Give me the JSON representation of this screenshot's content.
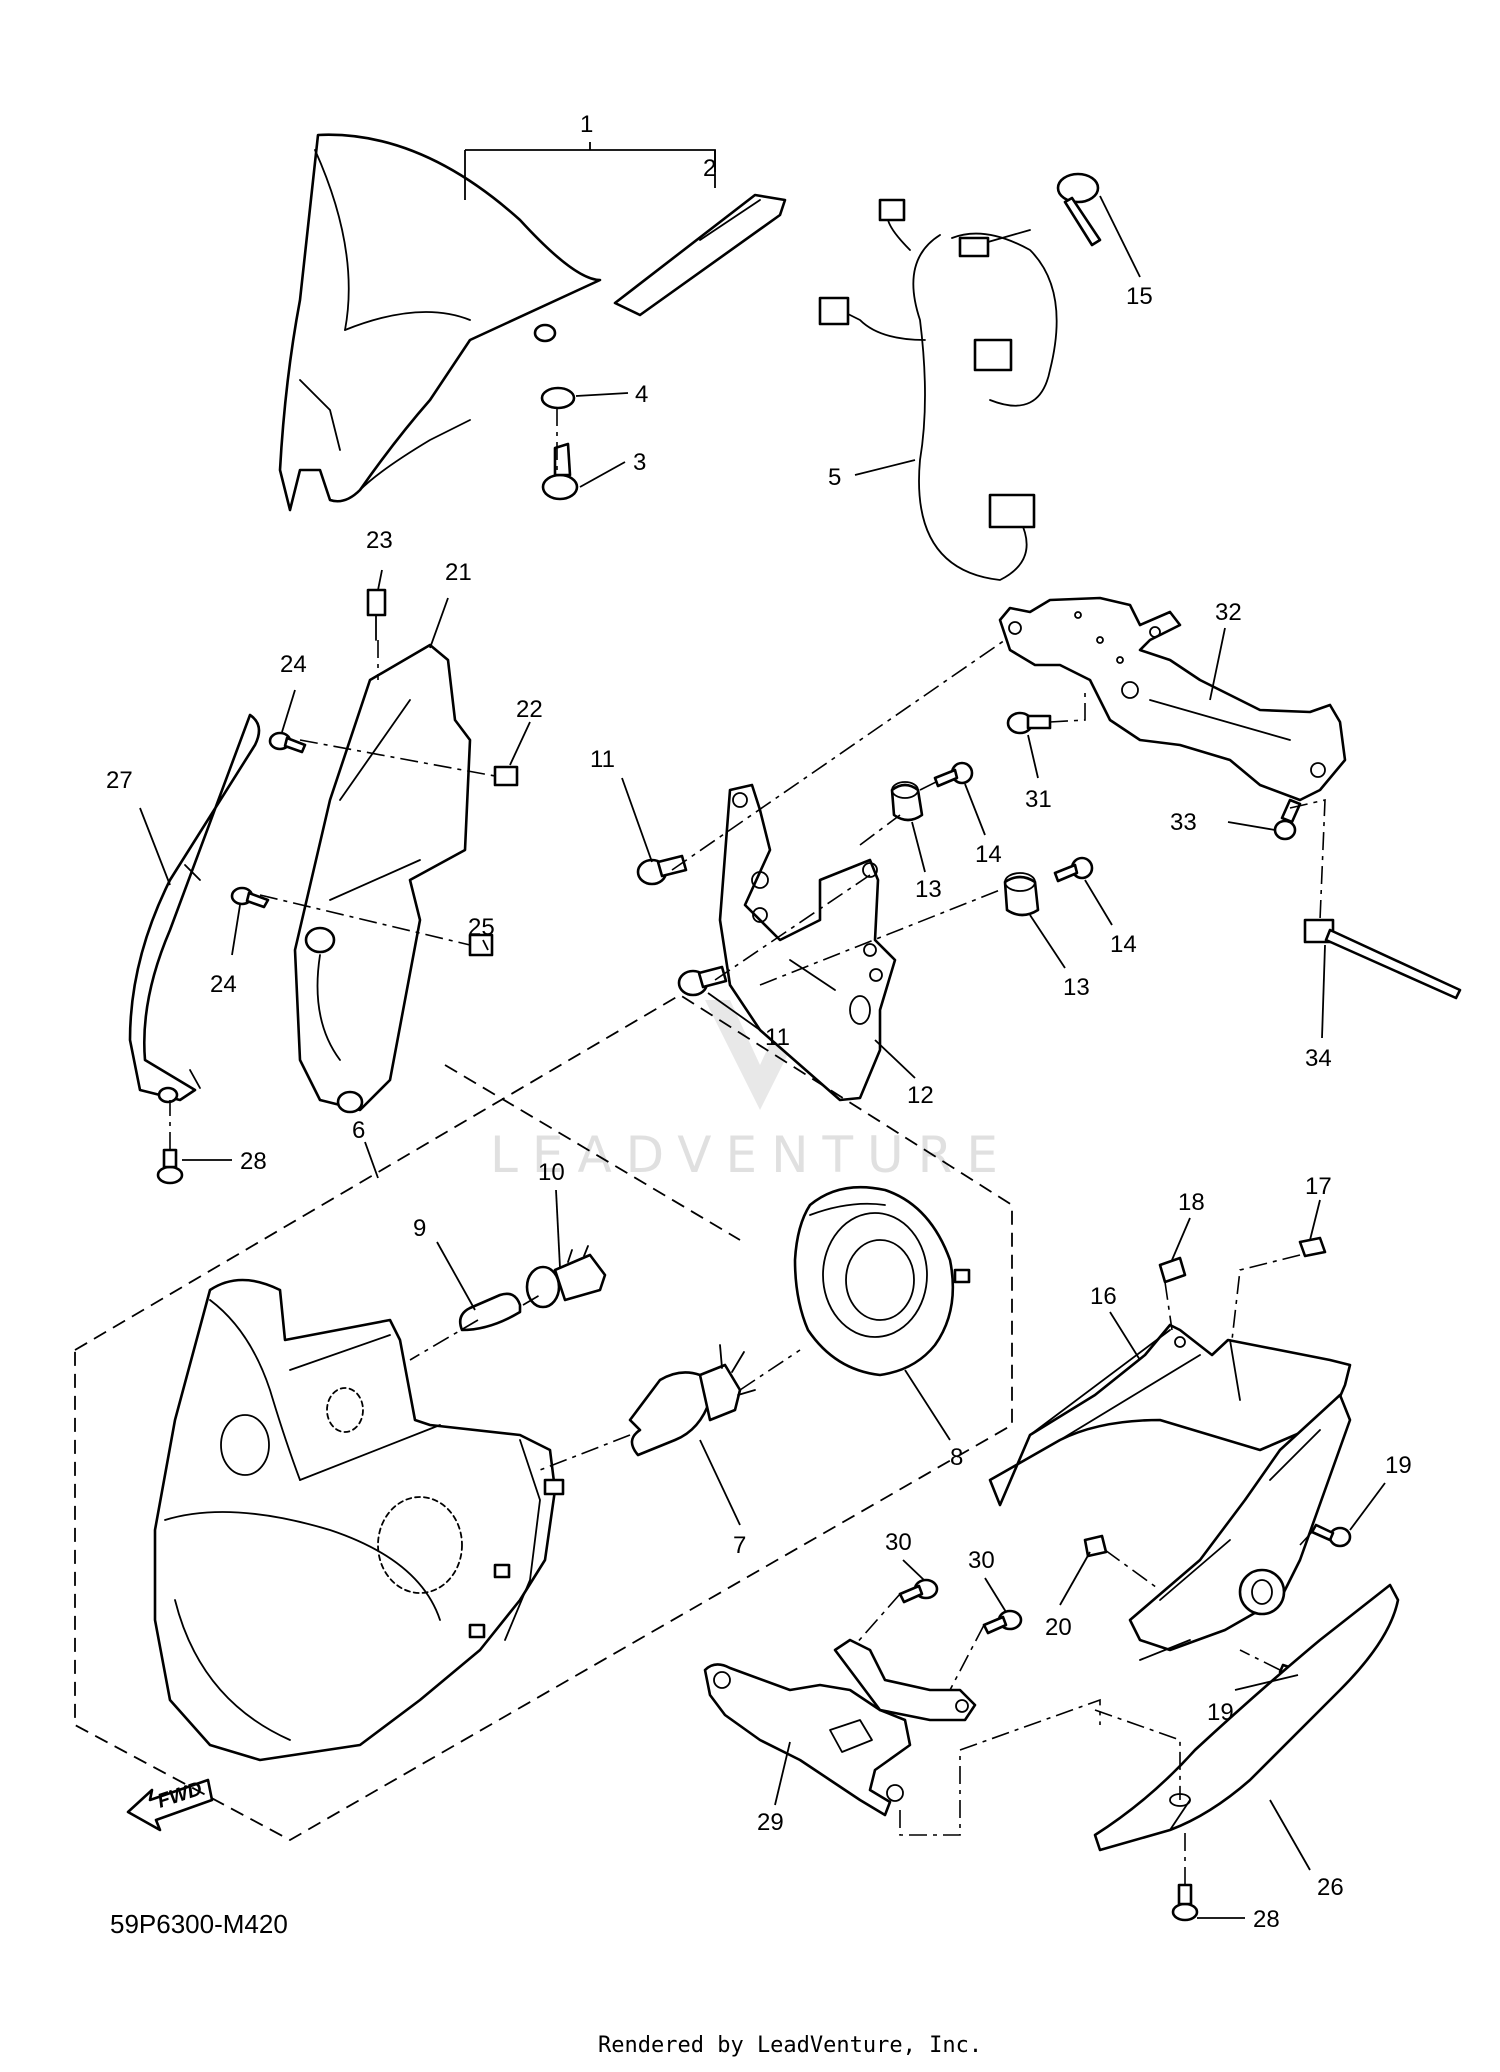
{
  "diagram": {
    "part_callouts": [
      "1",
      "2",
      "3",
      "4",
      "5",
      "6",
      "7",
      "8",
      "9",
      "10",
      "11",
      "12",
      "13",
      "14",
      "15",
      "16",
      "17",
      "18",
      "19",
      "20",
      "21",
      "22",
      "23",
      "24",
      "25",
      "26",
      "27",
      "28",
      "29",
      "30",
      "31",
      "32",
      "33",
      "34"
    ],
    "callout_labels": {
      "c1": "1",
      "c2": "2",
      "c3": "3",
      "c4": "4",
      "c5": "5",
      "c6": "6",
      "c7": "7",
      "c8": "8",
      "c9": "9",
      "c10": "10",
      "c11a": "11",
      "c11b": "11",
      "c12": "12",
      "c13a": "13",
      "c13b": "13",
      "c14a": "14",
      "c14b": "14",
      "c15": "15",
      "c16": "16",
      "c17": "17",
      "c18": "18",
      "c19a": "19",
      "c19b": "19",
      "c20": "20",
      "c21": "21",
      "c22": "22",
      "c23": "23",
      "c24a": "24",
      "c24b": "24",
      "c25": "25",
      "c26": "26",
      "c27": "27",
      "c28a": "28",
      "c28b": "28",
      "c29": "29",
      "c30a": "30",
      "c30b": "30",
      "c31": "31",
      "c32": "32",
      "c33": "33",
      "c34": "34"
    },
    "diagram_code": "59P6300-M420",
    "direction_label": "FWD",
    "watermark": "LEADVENTURE",
    "credit": "Rendered by LeadVenture, Inc."
  }
}
